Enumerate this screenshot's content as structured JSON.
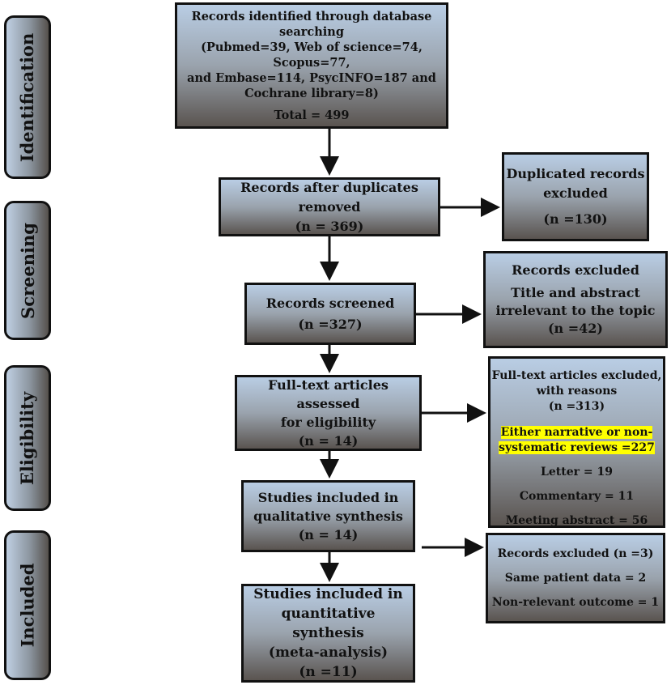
{
  "stages": {
    "identification": "Identification",
    "screening": "Screening",
    "eligibility": "Eligibility",
    "included": "Included"
  },
  "main": {
    "identified": {
      "line1": "Records identified through database",
      "line2": "searching",
      "line3": "(Pubmed=39, Web of science=74, Scopus=77,",
      "line4": "and Embase=114, PsycINFO=187 and",
      "line5": "Cochrane library=8)",
      "total": "Total = 499"
    },
    "duplicates_removed": {
      "line1": "Records after duplicates removed",
      "line2": "(n = 369)"
    },
    "screened": {
      "line1": "Records screened",
      "line2": "(n =327)"
    },
    "fulltext_assessed": {
      "line1": "Full-text articles assessed",
      "line2": "for eligibility",
      "line3": "(n = 14)"
    },
    "qualitative": {
      "line1": "Studies included in",
      "line2": "qualitative synthesis",
      "line3": "(n = 14)"
    },
    "quantitative": {
      "line1": "Studies included in",
      "line2": "quantitative synthesis",
      "line3": "(meta-analysis)",
      "line4": "(n =11)"
    }
  },
  "side": {
    "duplicated": {
      "line1": "Duplicated records",
      "line2": "excluded",
      "line3": "(n =130)"
    },
    "records_excluded": {
      "line1": "Records excluded",
      "line2": "Title and abstract",
      "line3": "irrelevant to the topic",
      "line4": "(n =42)"
    },
    "fulltext_excluded": {
      "line1": "Full-text articles excluded,",
      "line2": "with reasons",
      "line3": "(n =313)",
      "highlight1": "Either narrative or non-",
      "highlight2": "systematic reviews =227",
      "letter": "Letter = 19",
      "commentary": "Commentary = 11",
      "meeting": "Meeting abstract = 56"
    },
    "final_excluded": {
      "line1": "Records excluded (n =3)",
      "line2": "Same patient data = 2",
      "line3": "Non-relevant outcome = 1"
    }
  },
  "colors": {
    "highlight": "#ffff00",
    "border": "#111111"
  }
}
